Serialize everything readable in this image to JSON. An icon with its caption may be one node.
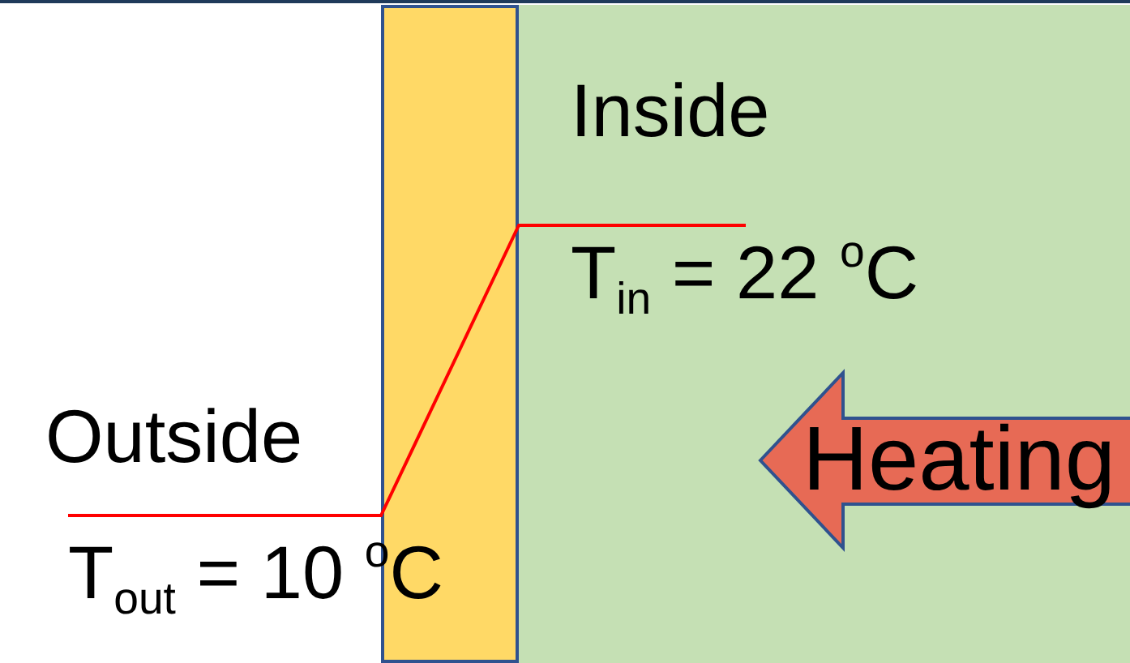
{
  "diagram": {
    "nodes": [
      {
        "text": [
          "Inside",
          "T$_{in}$ = 22 $^{o}$C"
        ]
      },
      {
        "text": [],
        "shape": "box"
      },
      {
        "text": [
          "Heating"
        ],
        "in": 0
      }
    ],
    "labels": [
      "Outside",
      "T$_{out}$ = 10 $^{o}$C"
    ]
  }
}
